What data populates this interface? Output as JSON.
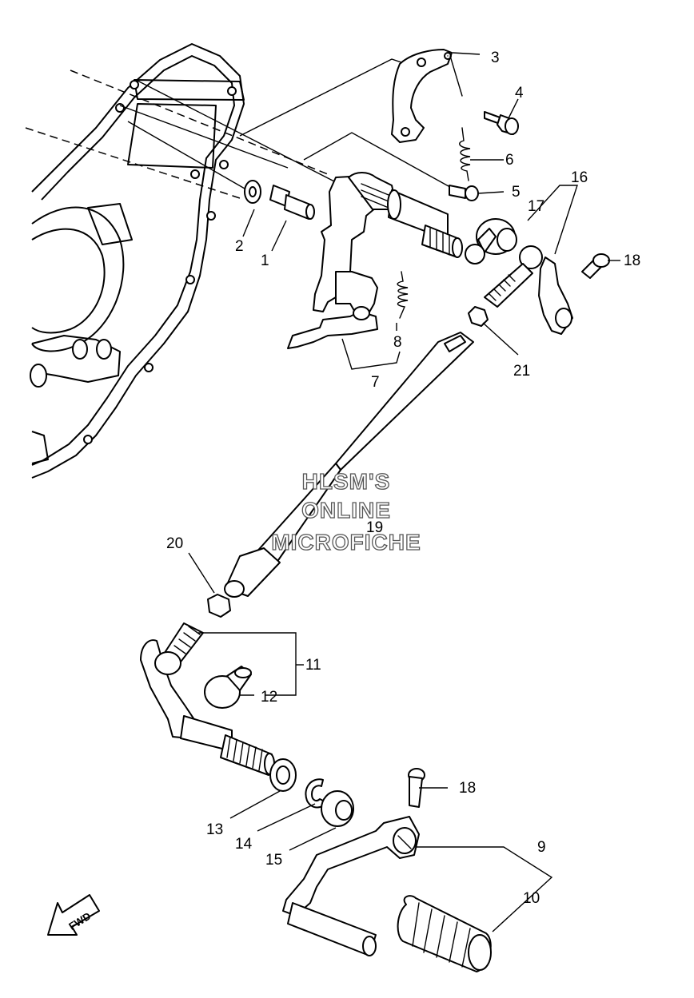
{
  "diagram": {
    "callouts": [
      "1",
      "2",
      "3",
      "4",
      "5",
      "6",
      "7",
      "8",
      "9",
      "10",
      "11",
      "12",
      "13",
      "14",
      "15",
      "16",
      "17",
      "18",
      "18",
      "19",
      "20",
      "21"
    ],
    "watermark": [
      "HLSM'S",
      "ONLINE",
      "MICROFICHE"
    ],
    "direction_arrow": "FWD"
  }
}
